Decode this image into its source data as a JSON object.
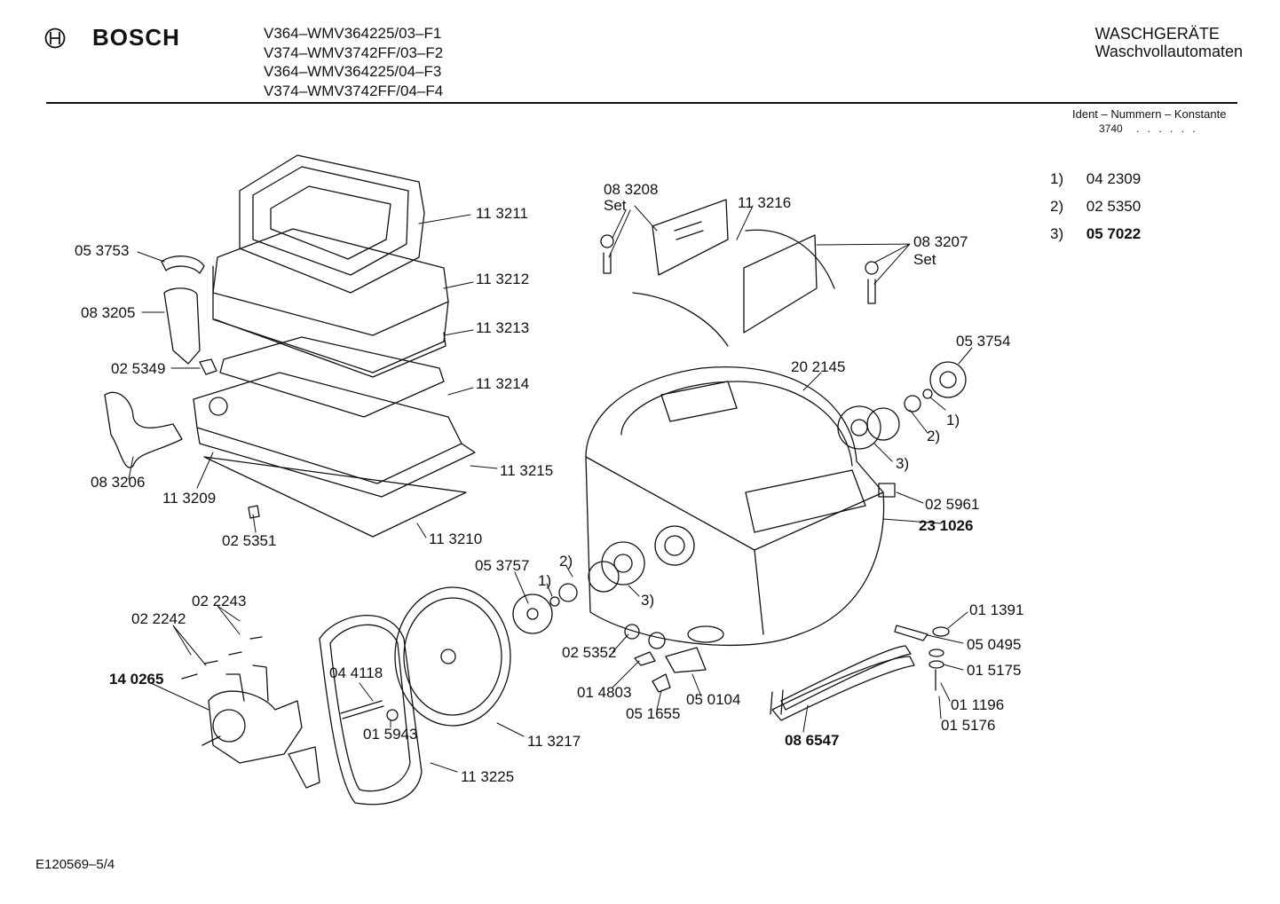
{
  "header": {
    "brand": "BOSCH",
    "models": [
      "V364–WMV364225/03–F1",
      "V374–WMV3742FF/03–F2",
      "V364–WMV364225/04–F3",
      "V374–WMV3742FF/04–F4"
    ],
    "category": "WASCHGERÄTE",
    "subcategory": "Waschvollautomaten",
    "ident_title": "Ident – Nummern – Konstante",
    "ident_value": "3740",
    "ident_dots": ". . . . . ."
  },
  "legend": [
    {
      "key": "1)",
      "value": "04 2309",
      "bold": false
    },
    {
      "key": "2)",
      "value": "02 5350",
      "bold": false
    },
    {
      "key": "3)",
      "value": "05 7022",
      "bold": true
    }
  ],
  "parts": [
    {
      "text": "11 3211"
    },
    {
      "text": "05 3753"
    },
    {
      "text": "11 3212"
    },
    {
      "text": "08 3205"
    },
    {
      "text": "11 3213"
    },
    {
      "text": "02 5349"
    },
    {
      "text": "11 3214"
    },
    {
      "text": "08 3206"
    },
    {
      "text": "11 3215"
    },
    {
      "text": "11 3209"
    },
    {
      "text": "02 5351"
    },
    {
      "text": "11 3210"
    },
    {
      "text": "08 3208"
    },
    {
      "text": "Set"
    },
    {
      "text": "11 3216"
    },
    {
      "text": "08 3207"
    },
    {
      "text": "Set"
    },
    {
      "text": "05 3754"
    },
    {
      "text": "20 2145"
    },
    {
      "text": "1)"
    },
    {
      "text": "2)"
    },
    {
      "text": "3)"
    },
    {
      "text": "02 5961"
    },
    {
      "text": "23 1026"
    },
    {
      "text": "05 3757"
    },
    {
      "text": "2)"
    },
    {
      "text": "1)"
    },
    {
      "text": "3)"
    },
    {
      "text": "02 2243"
    },
    {
      "text": "02 2242"
    },
    {
      "text": "14 0265"
    },
    {
      "text": "04 4118"
    },
    {
      "text": "01 5943"
    },
    {
      "text": "11 3217"
    },
    {
      "text": "11 3225"
    },
    {
      "text": "02 5352"
    },
    {
      "text": "01 4803"
    },
    {
      "text": "05 1655"
    },
    {
      "text": "05 0104"
    },
    {
      "text": "01 1391"
    },
    {
      "text": "05 0495"
    },
    {
      "text": "01 5175"
    },
    {
      "text": "01 1196"
    },
    {
      "text": "01 5176"
    },
    {
      "text": "08 6547"
    }
  ],
  "footer": "E120569–5/4"
}
